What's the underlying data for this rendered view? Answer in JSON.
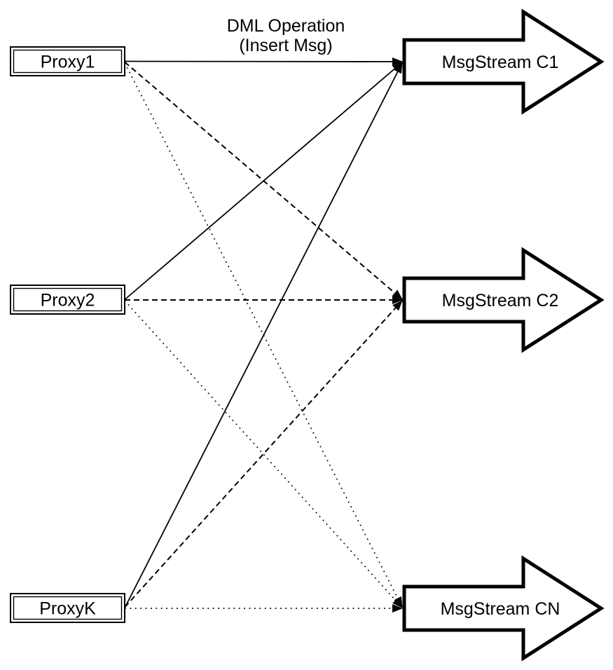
{
  "caption": {
    "line1": "DML Operation",
    "line2": "(Insert Msg)"
  },
  "proxies": [
    {
      "label": "Proxy1"
    },
    {
      "label": "Proxy2"
    },
    {
      "label": "ProxyK"
    }
  ],
  "streams": [
    {
      "label": "MsgStream C1"
    },
    {
      "label": "MsgStream C2"
    },
    {
      "label": "MsgStream CN"
    }
  ],
  "edges": [
    {
      "from": "Proxy1",
      "to": "MsgStream C1",
      "style": "solid"
    },
    {
      "from": "Proxy1",
      "to": "MsgStream C2",
      "style": "dashed"
    },
    {
      "from": "Proxy1",
      "to": "MsgStream CN",
      "style": "dotted"
    },
    {
      "from": "Proxy2",
      "to": "MsgStream C1",
      "style": "solid"
    },
    {
      "from": "Proxy2",
      "to": "MsgStream C2",
      "style": "dashed"
    },
    {
      "from": "Proxy2",
      "to": "MsgStream CN",
      "style": "dotted"
    },
    {
      "from": "ProxyK",
      "to": "MsgStream C1",
      "style": "solid"
    },
    {
      "from": "ProxyK",
      "to": "MsgStream C2",
      "style": "dashed"
    },
    {
      "from": "ProxyK",
      "to": "MsgStream CN",
      "style": "dotted"
    }
  ],
  "colors": {
    "ink": "#000000",
    "paper": "#ffffff"
  }
}
